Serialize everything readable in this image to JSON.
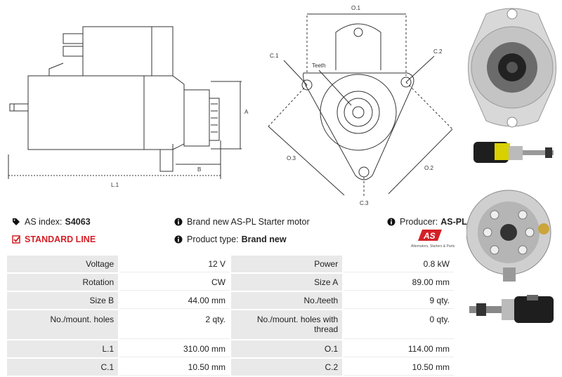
{
  "diagram": {
    "labels": {
      "l1": "L.1",
      "a": "A",
      "b": "B",
      "o1": "O.1",
      "o2": "O.2",
      "o3": "O.3",
      "c1": "C.1",
      "c2": "C.2",
      "c3": "C.3",
      "teeth": "Teeth"
    }
  },
  "info": {
    "as_index_label": "AS index:",
    "as_index_value": "S4063",
    "standard_line": "STANDARD LINE",
    "description": "Brand new AS-PL Starter motor",
    "product_type_label": "Product type:",
    "product_type_value": "Brand new",
    "producer_label": "Producer:",
    "producer_value": "AS-PL"
  },
  "logo": {
    "text": "AS",
    "tagline": "Alternators, Starters & Parts"
  },
  "specs": [
    {
      "l1": "Voltage",
      "v1": "12 V",
      "l2": "Power",
      "v2": "0.8 kW"
    },
    {
      "l1": "Rotation",
      "v1": "CW",
      "l2": "Size A",
      "v2": "89.00 mm"
    },
    {
      "l1": "Size B",
      "v1": "44.00 mm",
      "l2": "No./teeth",
      "v2": "9 qty."
    },
    {
      "l1": "No./mount. holes",
      "v1": "2 qty.",
      "l2": "No./mount. holes with thread",
      "v2": "0 qty."
    },
    {
      "l1": "L.1",
      "v1": "310.00 mm",
      "l2": "O.1",
      "v2": "114.00 mm"
    },
    {
      "l1": "C.1",
      "v1": "10.50 mm",
      "l2": "C.2",
      "v2": "10.50 mm"
    }
  ],
  "colors": {
    "accent_red": "#d42027",
    "label_bg": "#e9e9e9"
  }
}
